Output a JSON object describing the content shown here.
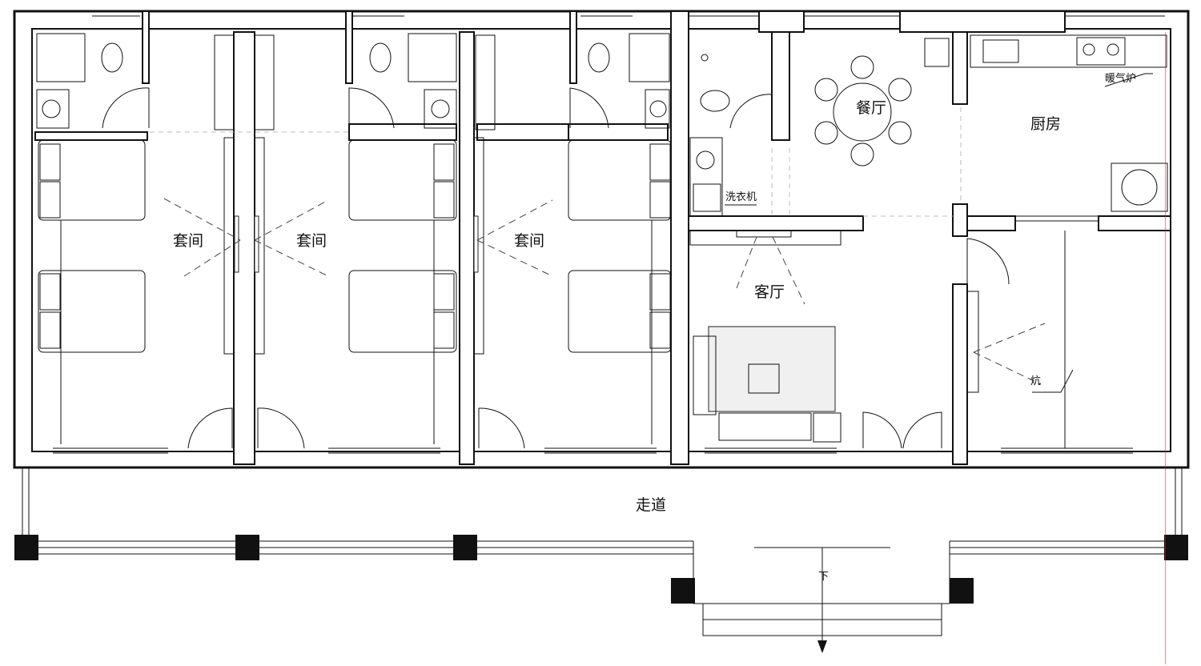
{
  "rooms": {
    "suite_1": "套间",
    "suite_2": "套间",
    "suite_3": "套间",
    "dining": "餐厅",
    "kitchen": "厨房",
    "living": "客厅",
    "kang": "炕",
    "corridor": "走道"
  },
  "annotations": {
    "washing_machine": "洗衣机",
    "heating_boiler": "暖气炉",
    "stairs_down": "下"
  }
}
